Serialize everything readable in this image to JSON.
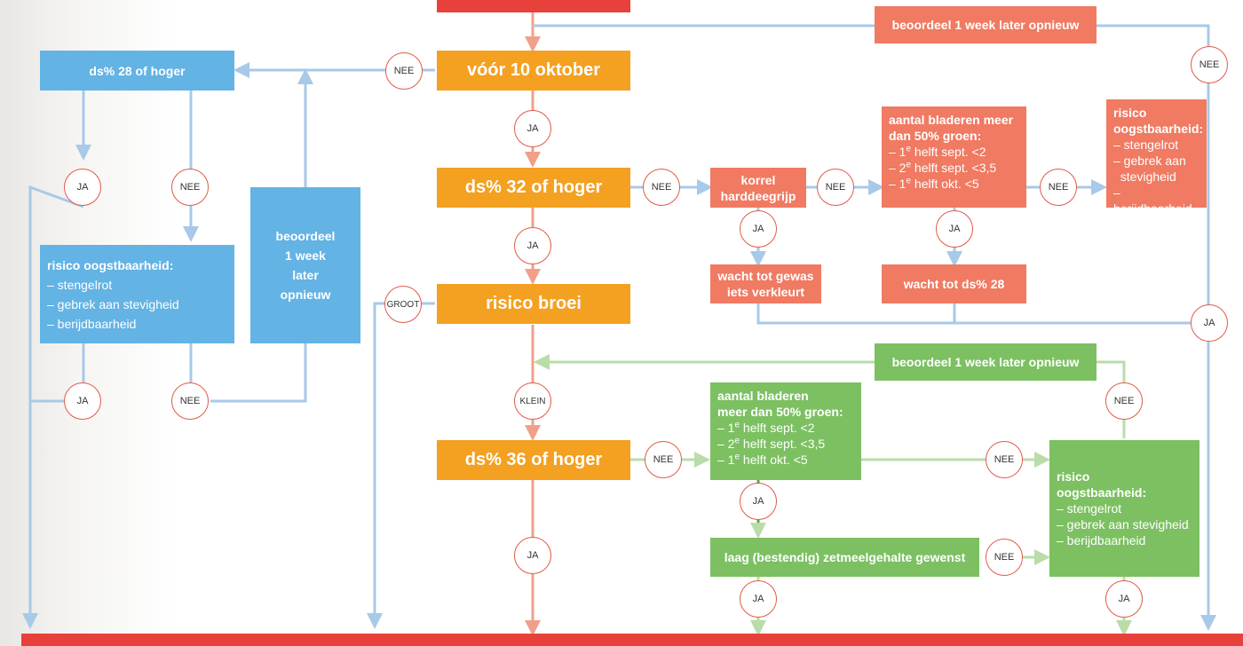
{
  "boxes": {
    "voor_10_okt": "vóór 10 oktober",
    "ds32": "ds% 32 of hoger",
    "risico_broei": "risico broei",
    "ds36": "ds% 36 of hoger",
    "ds28": "ds% 28 of hoger",
    "beoordeel_top": "beoordeel 1 week later opnieuw",
    "beoordeel_left": [
      "beoordeel",
      "1 week",
      "later",
      "opnieuw"
    ],
    "risico_left": {
      "title": "risico oogstbaarheid:",
      "items": [
        "– stengelrot",
        "– gebrek aan stevigheid",
        "– berijdbaarheid"
      ]
    },
    "korrel": [
      "korrel",
      "harddeegrijp"
    ],
    "wacht_gewas": [
      "wacht tot gewas",
      "iets verkleurt"
    ],
    "wacht_ds28": "wacht tot ds% 28",
    "bladeren_salmon": {
      "title": [
        "aantal bladeren meer",
        "dan 50% groen:"
      ],
      "items": [
        {
          "pre": "– 1",
          "sup": "e",
          "post": " helft sept. <2"
        },
        {
          "pre": "– 2",
          "sup": "e",
          "post": " helft sept. <3,5"
        },
        {
          "pre": "– 1",
          "sup": "e",
          "post": " helft okt. <5"
        }
      ]
    },
    "risico_salmon": {
      "title": [
        "risico",
        "oogstbaarheid:"
      ],
      "items": [
        "– stengelrot",
        "– gebrek aan",
        "  stevigheid",
        "– berijdbaarheid"
      ]
    },
    "beoordeel_green": "beoordeel 1 week later opnieuw",
    "bladeren_green": {
      "title": [
        "aantal bladeren",
        "meer dan 50% groen:"
      ],
      "items": [
        {
          "pre": "– 1",
          "sup": "e",
          "post": " helft sept. <2"
        },
        {
          "pre": "– 2",
          "sup": "e",
          "post": " helft sept. <3,5"
        },
        {
          "pre": "– 1",
          "sup": "e",
          "post": " helft okt. <5"
        }
      ]
    },
    "laag_zetmeel": "laag (bestendig) zetmeelgehalte gewenst",
    "risico_green": {
      "title": [
        "risico",
        "oogstbaarheid:"
      ],
      "items": [
        "– stengelrot",
        "– gebrek aan stevigheid",
        "– berijdbaarheid"
      ]
    }
  },
  "decisions": {
    "ja": "JA",
    "nee": "NEE",
    "groot": "GROOT",
    "klein": "KLEIN"
  },
  "colors": {
    "orange": "#f4a021",
    "blue": "#63b3e4",
    "salmon": "#f07a62",
    "green": "#7cc062",
    "red": "#e8403a",
    "line_blue": "#a8c9e8",
    "line_salmon": "#f0a08a",
    "line_green": "#b9dca8"
  }
}
